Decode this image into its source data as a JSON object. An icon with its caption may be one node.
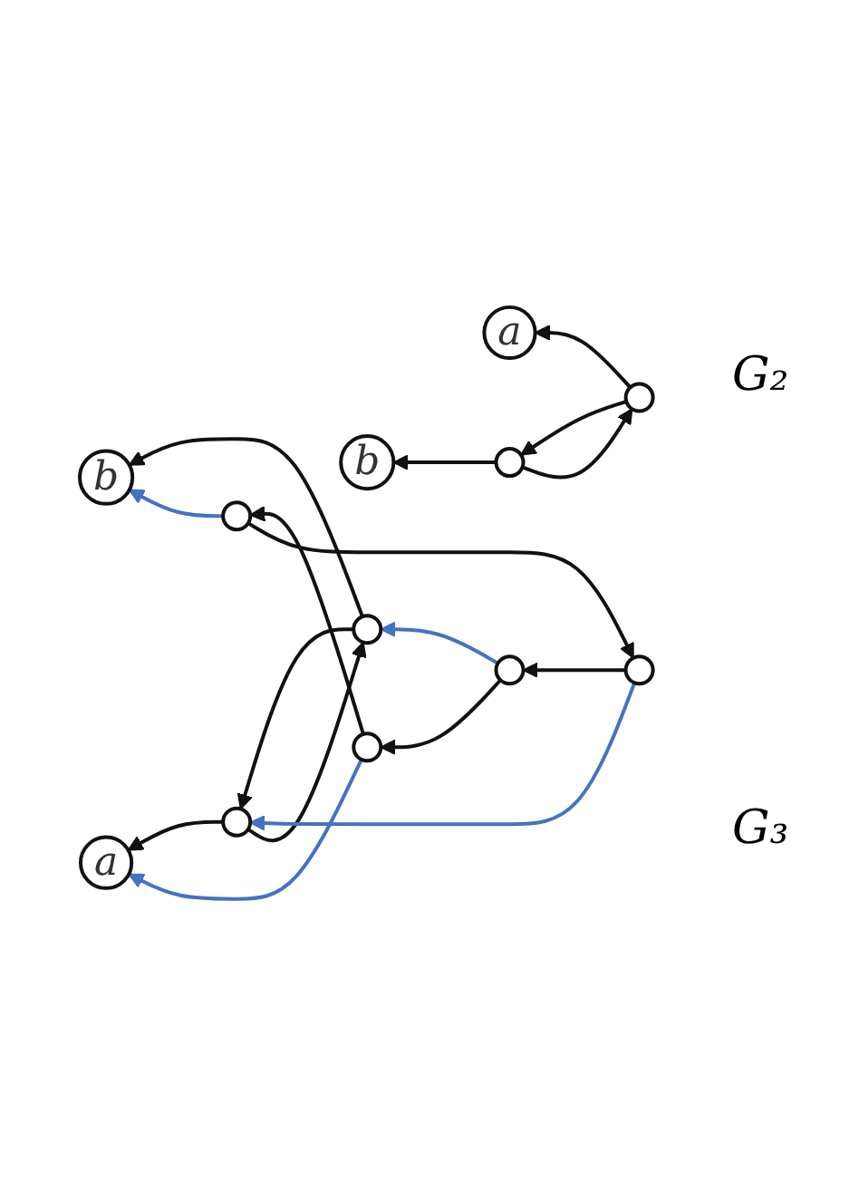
{
  "diagram": {
    "nodes": [
      {
        "text": [
          "a"
        ]
      },
      {
        "text": [],
        "shape": "circle"
      },
      {
        "text": [
          "b"
        ]
      },
      {
        "text": [],
        "shape": "circle"
      },
      {
        "text": [],
        "shape": "circle"
      },
      {
        "text": [
          "a"
        ]
      },
      {
        "text": [],
        "shape": "circle"
      },
      {
        "text": [],
        "shape": "circle"
      },
      {
        "text": [
          "b"
        ]
      },
      {
        "text": [],
        "shape": "circle"
      },
      {
        "text": [],
        "shape": "circle"
      },
      {
        "text": [],
        "shape": "circle"
      }
    ],
    "edges": [
      {
        "from": 1,
        "to": 0,
        "arrow": "to"
      },
      {
        "from": 1,
        "to": 3,
        "arrow": "to"
      },
      {
        "from": 3,
        "to": 2,
        "arrow": "to"
      },
      {
        "from": 3,
        "to": 1,
        "arrow": "to"
      },
      {
        "from": 6,
        "to": 5,
        "arrow": "to"
      },
      {
        "from": 6,
        "to": 9,
        "arrow": "to"
      },
      {
        "from": 9,
        "to": 8,
        "arrow": "to"
      },
      {
        "from": 9,
        "to": 6,
        "arrow": "to"
      },
      {
        "from": 4,
        "to": 7,
        "arrow": "to"
      },
      {
        "from": 7,
        "to": 10,
        "arrow": "to"
      },
      {
        "from": 10,
        "to": 11,
        "arrow": "to"
      },
      {
        "from": 11,
        "to": 4,
        "arrow": "to"
      },
      {
        "from": 4,
        "to": 6,
        "arrow": "to",
        "color": "#4472c4"
      },
      {
        "from": 7,
        "to": 9,
        "arrow": "to",
        "color": "#4472c4"
      },
      {
        "from": 10,
        "to": 5,
        "arrow": "to",
        "color": "#4472c4"
      },
      {
        "from": 11,
        "to": 8,
        "arrow": "to",
        "color": "#4472c4"
      }
    ],
    "labels": [
      "G₂",
      "G₃"
    ]
  }
}
